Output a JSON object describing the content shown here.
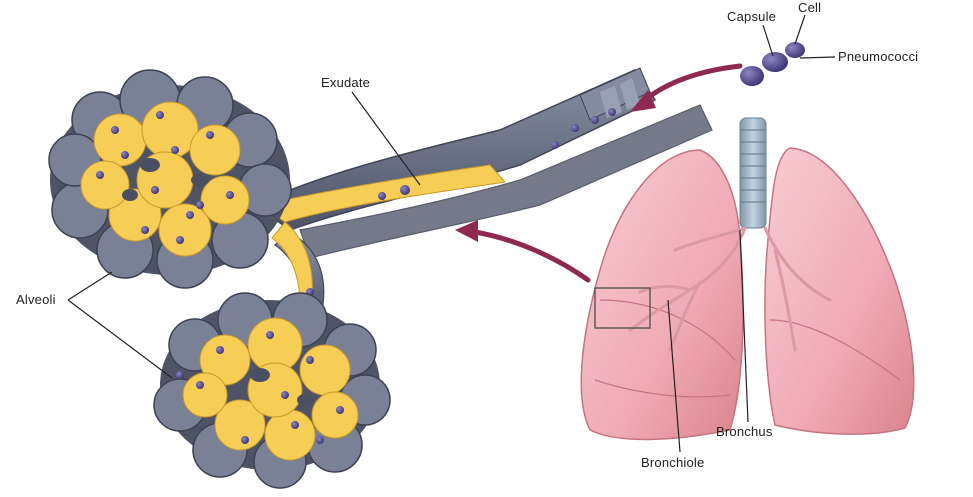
{
  "labels": {
    "capsule": "Capsule",
    "cell": "Cell",
    "pneumococci": "Pneumococci",
    "exudate": "Exudate",
    "alveoli": "Alveoli",
    "bronchus": "Bronchus",
    "bronchiole": "Bronchiole"
  },
  "colors": {
    "exudate_yellow": "#f6cd55",
    "airway_gray": "#6f7588",
    "alveoli_gray": "#7a8096",
    "bacteria_purple": "#554a8c",
    "lung_pink": "#f2b6be",
    "trachea_blue": "#9fb6c8",
    "arrow_maroon": "#8e2a52"
  }
}
